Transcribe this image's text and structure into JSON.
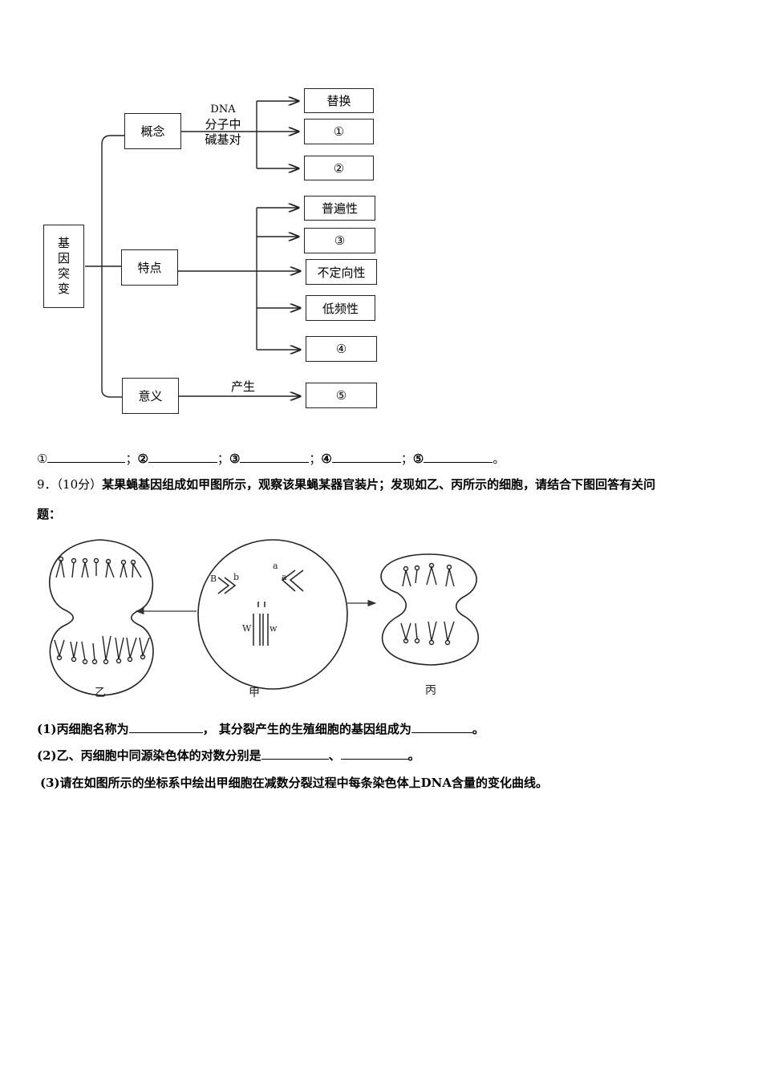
{
  "concept_map": {
    "root": [
      "基",
      "因",
      "突",
      "变"
    ],
    "branches": {
      "concept": "概念",
      "feature": "特点",
      "meaning": "意义"
    },
    "concept_connector": [
      "DNA",
      "分子中",
      "碱基对"
    ],
    "concept_items": [
      "替换",
      "①",
      "②"
    ],
    "feature_items": [
      "普遍性",
      "③",
      "不定向性",
      "低频性",
      "④"
    ],
    "meaning_connector": "产生",
    "meaning_item": "⑤"
  },
  "answer_line": {
    "m1": "①",
    "m2": "②",
    "m3": "③",
    "m4": "④",
    "m5": "⑤",
    "sep": "；",
    "end": "。"
  },
  "q9": {
    "number": "9．",
    "score": "（10分）",
    "stem_line1": "某果蝇基因组成如甲图所示，观察该果蝇某器官装片；发现如乙、丙所示的细胞，请结合下图回答有关问",
    "stem_line2": "题："
  },
  "cell_figure": {
    "labels": {
      "yi": "乙",
      "jia": "甲",
      "bing": "丙"
    },
    "gene_labels": {
      "B": "B",
      "b": "b",
      "a_upper": "a",
      "a_lower": "a",
      "W": "W",
      "w": "w"
    }
  },
  "sub_questions": {
    "s1_a": "(1)丙细胞名称为",
    "s1_b": "，  其分裂产生的生殖细胞的基因组成为",
    "s1_end": "。",
    "s2_a": "(2)乙、丙细胞中同源染色体的对数分别是",
    "s2_sep": "、",
    "s2_end": "。",
    "s3": "(3)请在如图所示的坐标系中绘出甲细胞在减数分裂过程中每条染色体上DNA含量的变化曲线。"
  }
}
